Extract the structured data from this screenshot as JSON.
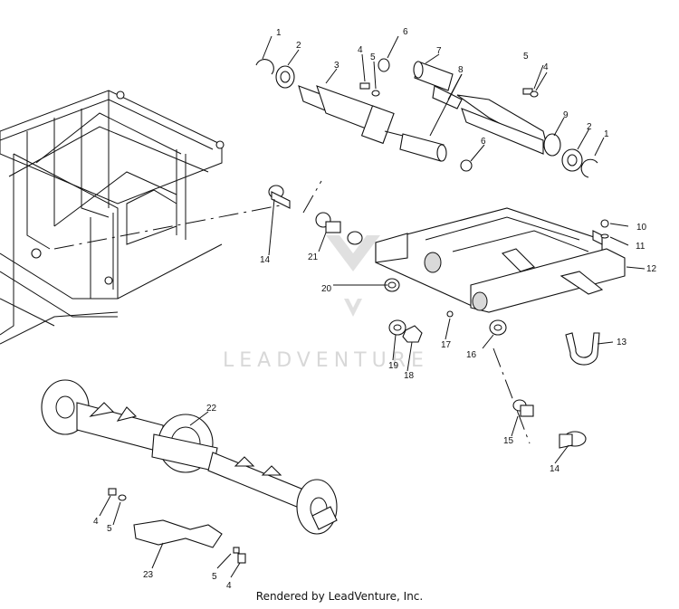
{
  "diagram": {
    "callouts": [
      "1",
      "2",
      "3",
      "4",
      "5",
      "6",
      "7",
      "8",
      "9",
      "10",
      "11",
      "12",
      "13",
      "14",
      "15",
      "16",
      "17",
      "18",
      "19",
      "20",
      "21",
      "22",
      "23"
    ],
    "watermark": "LEADVENTURE",
    "caption": "Rendered by LeadVenture, Inc."
  }
}
